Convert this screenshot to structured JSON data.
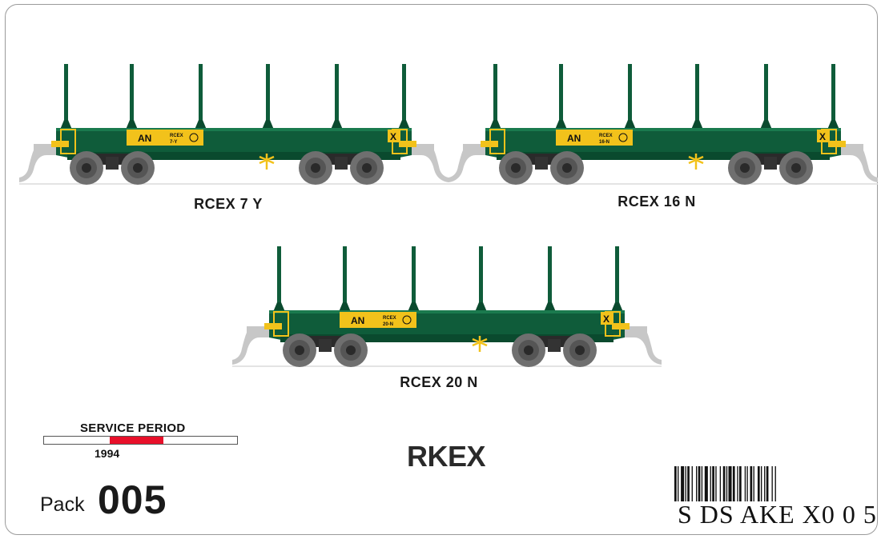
{
  "wagons": [
    {
      "caption": "RCEX 7 Y",
      "panel_code": "RCEX",
      "panel_number": "7-Y"
    },
    {
      "caption": "RCEX 16 N",
      "panel_code": "RCEX",
      "panel_number": "16-N"
    },
    {
      "caption": "RCEX 20 N",
      "panel_code": "RCEX",
      "panel_number": "20-N"
    }
  ],
  "wagon_logo": "AN",
  "wagon_end_mark": "X",
  "service_period": {
    "title": "SERVICE PERIOD",
    "year": "1994",
    "fill_start": 0.34,
    "fill_end": 0.62
  },
  "class_code": "RKEX",
  "pack": {
    "label": "Pack",
    "number": "005"
  },
  "barcode": {
    "text": "SDSAKEX005",
    "display": "S DS AKE X0 0 5"
  },
  "colors": {
    "body": "#0f5c3a",
    "body_dark": "#0a4a2e",
    "yellow": "#f2c21b",
    "wheel": "#6f6f6f",
    "coupler": "#c7c7c7",
    "service_fill": "#e8102a"
  }
}
